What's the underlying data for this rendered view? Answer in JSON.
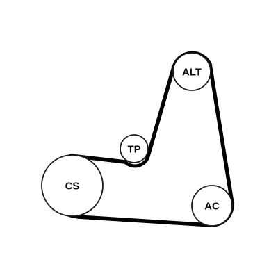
{
  "pulleys": {
    "crankshaft": {
      "label": "CS"
    },
    "tensioner": {
      "label": "TP"
    },
    "alternator": {
      "label": "ALT"
    },
    "air_conditioning": {
      "label": "AC"
    }
  },
  "colors": {
    "belt": "#000000",
    "pulley_outline": "#1a1a1a",
    "background": "#ffffff"
  }
}
